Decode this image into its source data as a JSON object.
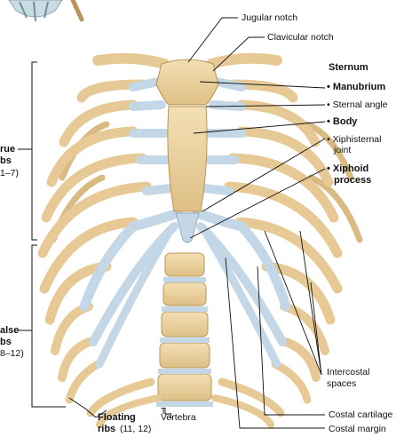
{
  "labels": {
    "jugular_notch": "Jugular notch",
    "clavicular_notch": "Clavicular notch",
    "sternum": "Sternum",
    "manubrium": "• Manubrium",
    "sternal_angle": "• Sternal angle",
    "body": "• Body",
    "xiphisternal_joint_1": "• Xiphisternal",
    "xiphisternal_joint_2": "joint",
    "xiphoid_process_1": "• Xiphoid",
    "xiphoid_process_2": "process",
    "true_ribs_1": "rue",
    "true_ribs_2": "bs",
    "true_ribs_3": "1–7)",
    "false_ribs_1": "alse",
    "false_ribs_2": "bs",
    "false_ribs_3": "8–12)",
    "intercostal_spaces_1": "Intercostal",
    "intercostal_spaces_2": "spaces",
    "costal_cartilage": "Costal cartilage",
    "costal_margin": "Costal margin",
    "floating_ribs_1": "Floating",
    "floating_ribs_2": "ribs",
    "floating_ribs_3": "(11, 12)",
    "vertebra_letter": "T",
    "vertebra_number": "1",
    "vertebra": "Vertebra"
  },
  "colors": {
    "bone": "#ecd3a0",
    "bone_edge": "#b89458",
    "cartilage": "#c4d7e6",
    "cartilage_edge": "#8faabd",
    "leader": "#111111"
  }
}
